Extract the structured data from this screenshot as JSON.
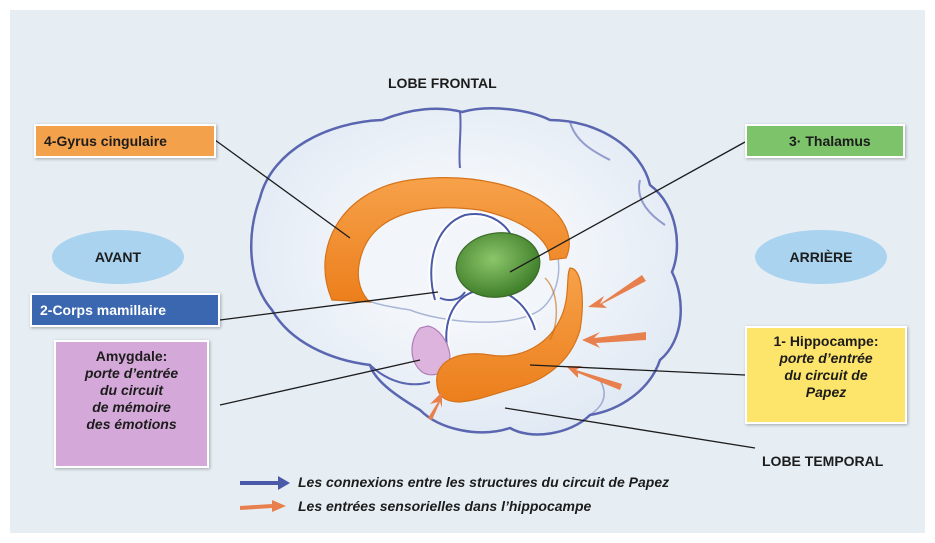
{
  "labels": {
    "lobe_frontal": "LOBE FRONTAL",
    "lobe_temporal": "LOBE TEMPORAL",
    "avant": "AVANT",
    "arriere": "ARRIÈRE"
  },
  "boxes": {
    "gyrus": "4-Gyrus cingulaire",
    "thalamus": "3· Thalamus",
    "corps": "2-Corps mamillaire",
    "amygdale": {
      "title": "Amygdale:",
      "lines": [
        "porte d’entrée",
        "du circuit",
        "de mémoire",
        "des émotions"
      ]
    },
    "hippocampe": {
      "title_lines": [
        "1- Hippocampe:"
      ],
      "lines": [
        "porte d’entrée",
        "du circuit de",
        "Papez"
      ]
    }
  },
  "legend": {
    "blue": "Les connexions entre les structures du circuit de Papez",
    "orange": "Les entrées sensorielles dans l’hippocampe"
  },
  "colors": {
    "background": "#e6eef4",
    "orange": "#f08a24",
    "green": "#5a9a3c",
    "blue_box": "#3a67b0",
    "purple_box": "#d4a8d8",
    "yellow_box": "#fde46a",
    "green_box": "#7cc36a",
    "ellipse": "#a9d3ee"
  }
}
